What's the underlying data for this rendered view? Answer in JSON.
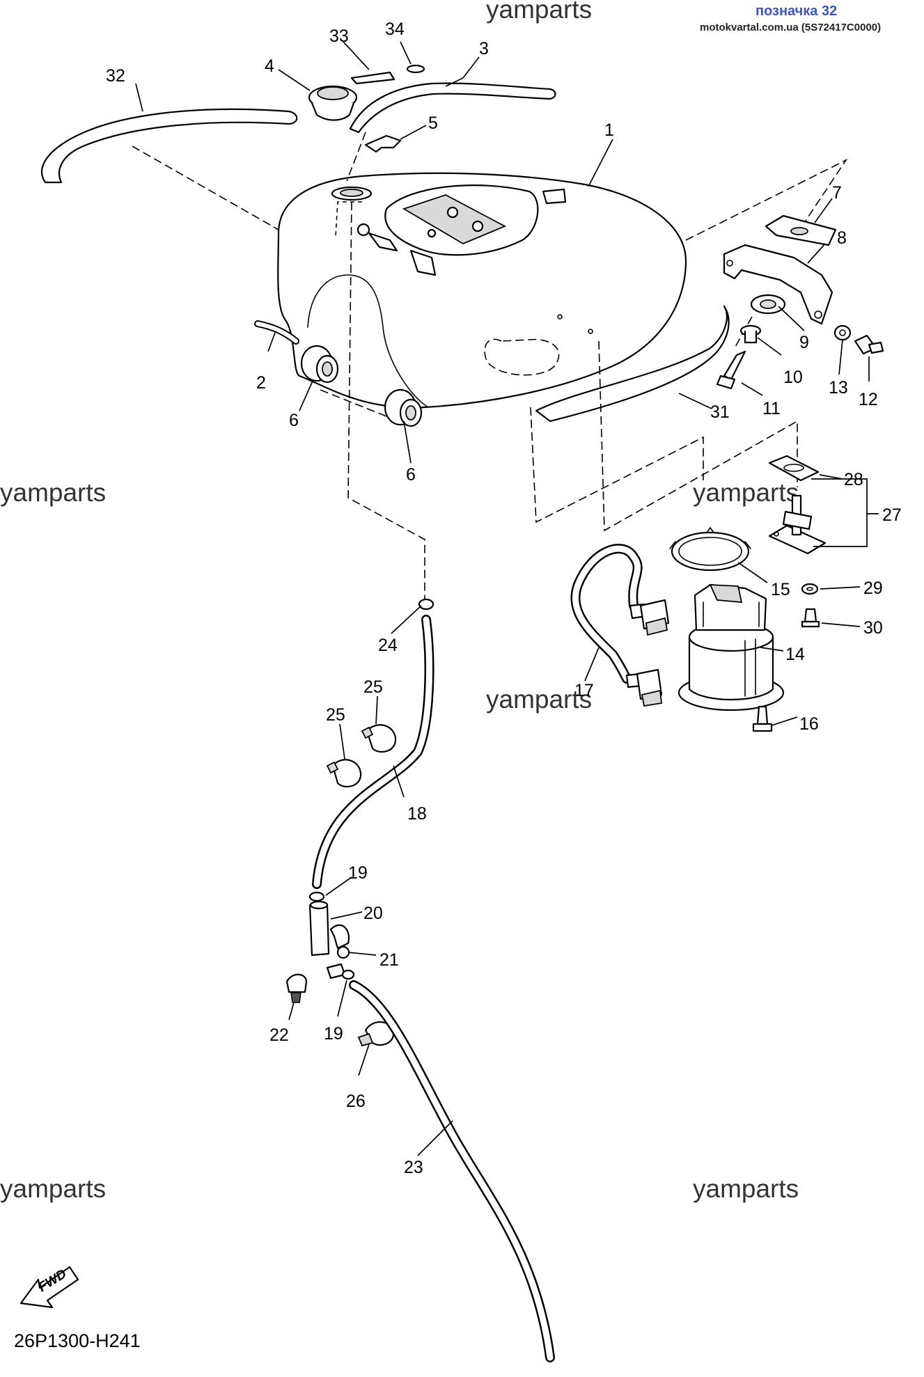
{
  "header": {
    "ref_label": "позначка 32",
    "site_code": "motokvartal.com.ua (5S72417C0000)"
  },
  "watermarks": [
    "yamparts",
    "yamparts",
    "yamparts",
    "yamparts",
    "yamparts",
    "yamparts"
  ],
  "callouts": [
    "1",
    "2",
    "3",
    "4",
    "5",
    "6",
    "6",
    "7",
    "8",
    "9",
    "10",
    "11",
    "12",
    "13",
    "14",
    "15",
    "16",
    "17",
    "18",
    "19",
    "19",
    "20",
    "21",
    "22",
    "23",
    "24",
    "25",
    "25",
    "26",
    "27",
    "28",
    "29",
    "30",
    "31",
    "32",
    "33",
    "34"
  ],
  "footer": {
    "direction_label": "FWD",
    "diagram_code": "26P1300-H241"
  }
}
